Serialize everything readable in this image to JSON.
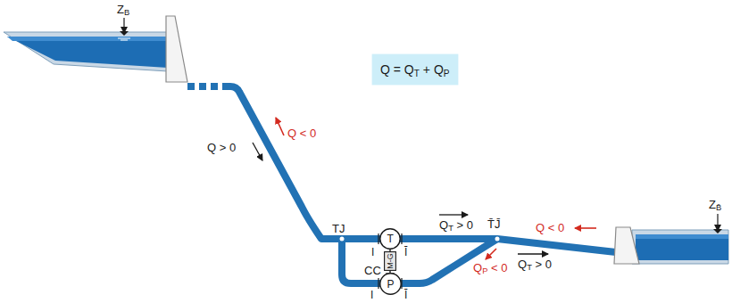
{
  "diagram": {
    "nodes": [
      {
        "text": [
          "Q = QT + QP"
        ]
      },
      {
        "text": [
          "T"
        ]
      },
      {
        "text": [
          "M-G"
        ]
      },
      {
        "text": [
          "P"
        ]
      }
    ],
    "edges": [
      {
        "from": 1,
        "to": 2,
        "arrow": "none"
      },
      {
        "from": 2,
        "to": 3,
        "arrow": "none"
      }
    ],
    "labels": [
      "ZB",
      "Q > 0",
      "Q < 0",
      "TJ",
      "I",
      "Ī",
      "CC",
      "I",
      "Ī",
      "QT > 0",
      "T̄J̄",
      "QP < 0",
      "Q < 0",
      "QT > 0",
      "ZB̄"
    ]
  }
}
